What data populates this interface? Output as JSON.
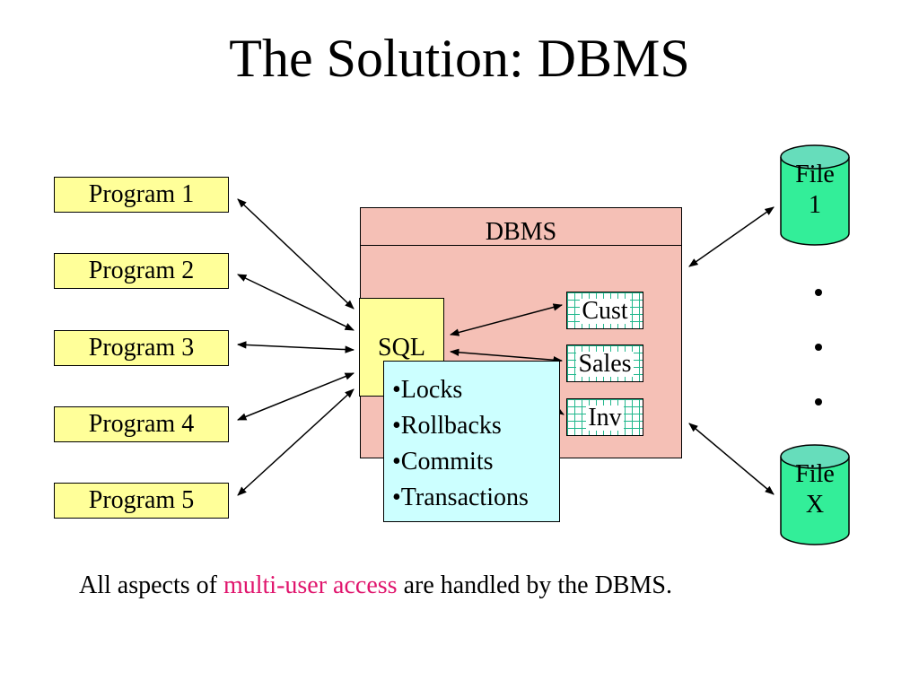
{
  "title": "The Solution:  DBMS",
  "programs": [
    "Program 1",
    "Program 2",
    "Program 3",
    "Program 4",
    "Program 5"
  ],
  "dbms": {
    "label": "DBMS",
    "sql_label": "SQL",
    "tables": [
      "Cust",
      "Sales",
      "Inv"
    ]
  },
  "features": [
    "•Locks",
    "•Rollbacks",
    "•Commits",
    "•Transactions"
  ],
  "files": [
    {
      "line1": "File",
      "line2": "1"
    },
    {
      "line1": "File",
      "line2": "X"
    }
  ],
  "caption": {
    "before": "All aspects of ",
    "highlight": "multi-user access",
    "after": " are handled by the DBMS."
  },
  "colors": {
    "program_fill": "#ffff99",
    "dbms_fill": "#f5c0b6",
    "features_fill": "#ccffff",
    "file_fill": "#33ee99",
    "file_top": "#66ddbb",
    "table_grid": "#21b88d",
    "highlight": "#e0156d"
  }
}
